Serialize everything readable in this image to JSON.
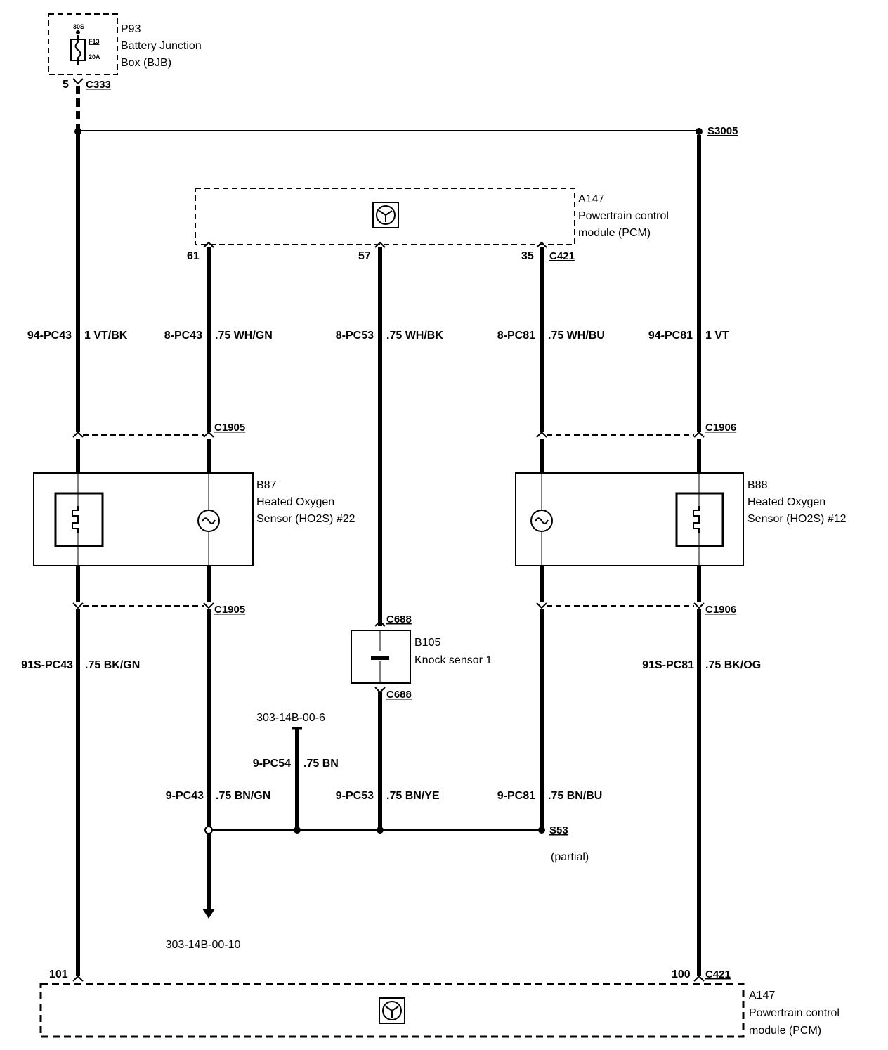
{
  "components": {
    "bjb": {
      "id": "P93",
      "line1": "Battery Junction",
      "line2": "Box (BJB)",
      "fuse_id": "F13",
      "fuse_rating": "20A",
      "fuse_terminal": "30S"
    },
    "pcm_top": {
      "id": "A147",
      "line1": "Powertrain control",
      "line2": "module (PCM)"
    },
    "pcm_bottom": {
      "id": "A147",
      "line1": "Powertrain control",
      "line2": "module (PCM)"
    },
    "ho2s_22": {
      "id": "B87",
      "line1": "Heated Oxygen",
      "line2": "Sensor (HO2S) #22"
    },
    "ho2s_12": {
      "id": "B88",
      "line1": "Heated Oxygen",
      "line2": "Sensor (HO2S) #12"
    },
    "knock": {
      "id": "B105",
      "line1": "Knock sensor 1"
    }
  },
  "connectors": {
    "c333": "C333",
    "c333_pin": "5",
    "s3005": "S3005",
    "c421_top": "C421",
    "pin61": "61",
    "pin57": "57",
    "pin35": "35",
    "c1905_top": "C1905",
    "c1906_top": "C1906",
    "c1905_bot": "C1905",
    "c1906_bot": "C1906",
    "c688_top": "C688",
    "c688_bot": "C688",
    "s53": "S53",
    "s53_note": "(partial)",
    "c421_bot": "C421",
    "pin101": "101",
    "pin100": "100"
  },
  "wires": {
    "w1": {
      "circuit": "94-PC43",
      "spec": "1 VT/BK"
    },
    "w2": {
      "circuit": "8-PC43",
      "spec": ".75 WH/GN"
    },
    "w3": {
      "circuit": "8-PC53",
      "spec": ".75 WH/BK"
    },
    "w4": {
      "circuit": "8-PC81",
      "spec": ".75 WH/BU"
    },
    "w5": {
      "circuit": "94-PC81",
      "spec": "1 VT"
    },
    "w6": {
      "circuit": "91S-PC43",
      "spec": ".75 BK/GN"
    },
    "w7": {
      "circuit": "91S-PC81",
      "spec": ".75 BK/OG"
    },
    "w8": {
      "circuit": "9-PC54",
      "spec": ".75 BN"
    },
    "w9": {
      "circuit": "9-PC43",
      "spec": ".75 BN/GN"
    },
    "w10": {
      "circuit": "9-PC53",
      "spec": ".75 BN/YE"
    },
    "w11": {
      "circuit": "9-PC81",
      "spec": ".75 BN/BU"
    }
  },
  "references": {
    "ref_up": "303-14B-00-6",
    "ref_down": "303-14B-00-10"
  }
}
